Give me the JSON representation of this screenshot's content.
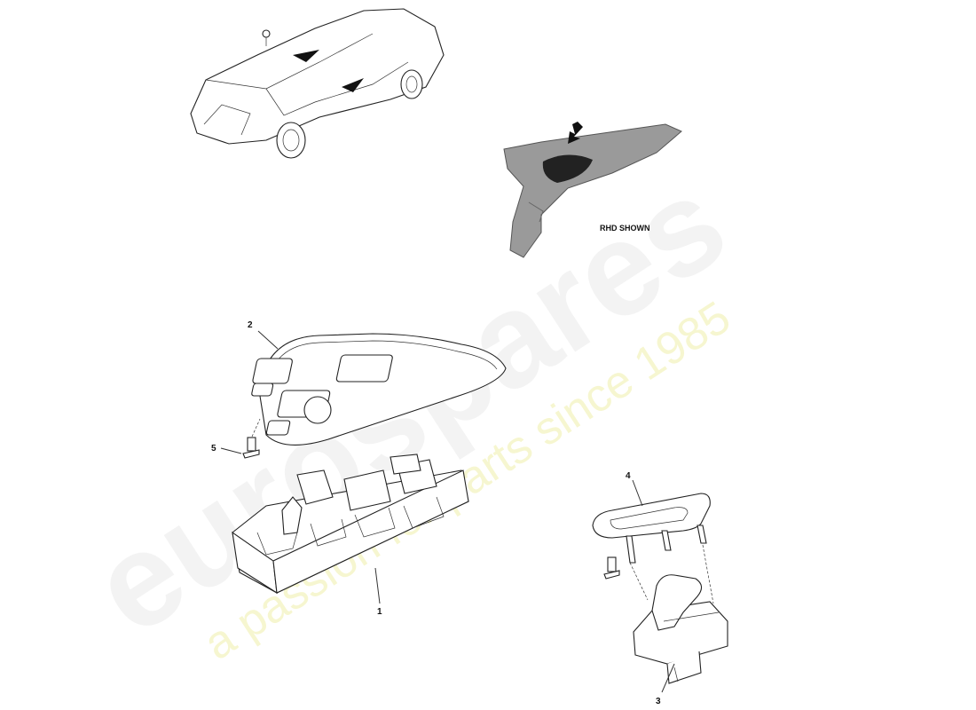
{
  "watermark": {
    "brand": "eurospares",
    "tagline": "a passion for parts since 1985"
  },
  "notes": {
    "rhd": "RHD SHOWN"
  },
  "callouts": [
    {
      "id": "1",
      "label": "1"
    },
    {
      "id": "2",
      "label": "2"
    },
    {
      "id": "3",
      "label": "3"
    },
    {
      "id": "4",
      "label": "4"
    },
    {
      "id": "5",
      "label": "5"
    }
  ],
  "icons": {
    "vehicle": "car-overview-icon",
    "location": "arrow-down-icon"
  },
  "colors": {
    "line": "#222222",
    "watermark_grey": "#e6e6e6",
    "watermark_yellow": "#e8e87a",
    "armrest_fill": "#9a9a9a"
  }
}
